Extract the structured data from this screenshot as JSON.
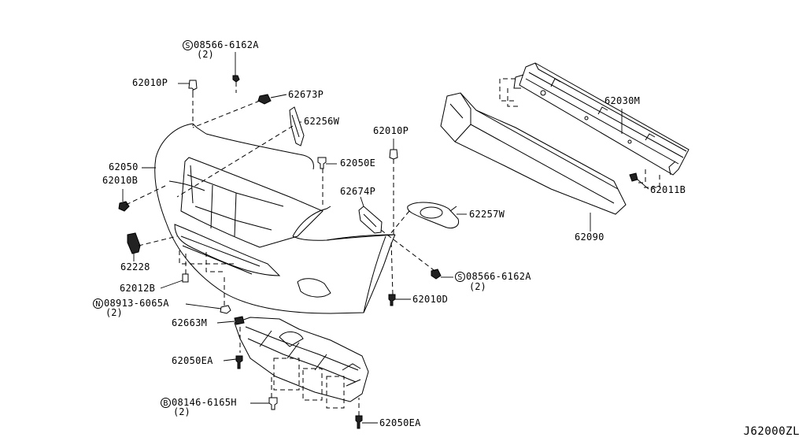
{
  "diagram_code": "J62000ZL",
  "parts": {
    "p08566_top": {
      "prefix": "S",
      "number": "08566-6162A",
      "qty": "(2)"
    },
    "p62010P_top": {
      "number": "62010P"
    },
    "p62673P": {
      "number": "62673P"
    },
    "p62256W": {
      "number": "62256W"
    },
    "p62010P_mid": {
      "number": "62010P"
    },
    "p62050": {
      "number": "62050"
    },
    "p62010B": {
      "number": "62010B"
    },
    "p62050E": {
      "number": "62050E"
    },
    "p62674P": {
      "number": "62674P"
    },
    "p62257W": {
      "number": "62257W"
    },
    "p62030M": {
      "number": "62030M"
    },
    "p62011B": {
      "number": "62011B"
    },
    "p62090": {
      "number": "62090"
    },
    "p62228": {
      "number": "62228"
    },
    "p62012B": {
      "number": "62012B"
    },
    "p08566_bot": {
      "prefix": "S",
      "number": "08566-6162A",
      "qty": "(2)"
    },
    "p08913": {
      "prefix": "N",
      "number": "08913-6065A",
      "qty": "(2)"
    },
    "p62010D": {
      "number": "62010D"
    },
    "p62663M": {
      "number": "62663M"
    },
    "p62050EA_a": {
      "number": "62050EA"
    },
    "p08146": {
      "prefix": "B",
      "number": "08146-6165H",
      "qty": "(2)"
    },
    "p62050EA_b": {
      "number": "62050EA"
    }
  }
}
